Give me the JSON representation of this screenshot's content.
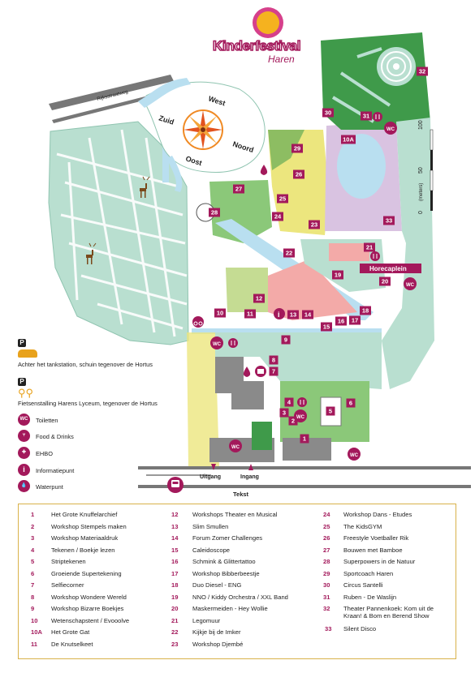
{
  "logo": {
    "line1": "Kinderfestival",
    "line2": "Haren"
  },
  "compass": {
    "west": "West",
    "zuid": "Zuid",
    "noord": "Noord",
    "oost": "Oost"
  },
  "road_label": "Rijksstraatweg",
  "scale": {
    "label": "(meters)",
    "ticks": [
      "100",
      "50",
      "0"
    ]
  },
  "horecaplein_label": "Horecaplein",
  "entrance": {
    "exit": "Uitgang",
    "entry": "Ingang"
  },
  "tekst_label": "Tekst",
  "parking": {
    "car_text": "Achter het tankstation, schuin tegenover de Hortus",
    "bike_text": "Fietsenstalling Harens Lyceum, tegenover de Hortus"
  },
  "symbols": [
    {
      "icon": "WC",
      "label": "Toiletten"
    },
    {
      "icon": "food",
      "label": "Food & Drinks"
    },
    {
      "icon": "ehbo",
      "label": "EHBO"
    },
    {
      "icon": "i",
      "label": "Informatiepunt"
    },
    {
      "icon": "water",
      "label": "Waterpunt"
    }
  ],
  "markers": [
    "1",
    "2",
    "3",
    "4",
    "5",
    "6",
    "7",
    "8",
    "9",
    "10",
    "10A",
    "11",
    "12",
    "13",
    "14",
    "15",
    "16",
    "17",
    "18",
    "19",
    "20",
    "21",
    "22",
    "23",
    "24",
    "25",
    "26",
    "27",
    "28",
    "29",
    "30",
    "31",
    "32",
    "33"
  ],
  "legend": [
    {
      "num": "1",
      "label": "Het Grote Knuffelarchief"
    },
    {
      "num": "2",
      "label": "Workshop Stempels maken"
    },
    {
      "num": "3",
      "label": "Workshop Materiaaldruk"
    },
    {
      "num": "4",
      "label": "Tekenen / Boekje lezen"
    },
    {
      "num": "5",
      "label": "Striptekenen"
    },
    {
      "num": "6",
      "label": "Groeiende Supertekening"
    },
    {
      "num": "7",
      "label": "Selfiecorner"
    },
    {
      "num": "8",
      "label": "Workshop Wondere Wereld"
    },
    {
      "num": "9",
      "label": "Workshop Bizarre Boekjes"
    },
    {
      "num": "10",
      "label": "Wetenschapstent / Evooolve"
    },
    {
      "num": "10A",
      "label": "Het Grote Gat"
    },
    {
      "num": "11",
      "label": "De Knutselkeet"
    },
    {
      "num": "12",
      "label": "Workshops Theater en Musical"
    },
    {
      "num": "13",
      "label": "Slim Smullen"
    },
    {
      "num": "14",
      "label": "Forum Zomer Challenges"
    },
    {
      "num": "15",
      "label": "Caleidoscope"
    },
    {
      "num": "16",
      "label": "Schmink & Glittertattoo"
    },
    {
      "num": "17",
      "label": "Workshop Bibberbeestje"
    },
    {
      "num": "18",
      "label": "Duo Diesel - ENG"
    },
    {
      "num": "19",
      "label": "NNO / Kiddy Orchestra / XXL Band"
    },
    {
      "num": "20",
      "label": "Maskermeiden - Hey Wollie"
    },
    {
      "num": "21",
      "label": "Legomuur"
    },
    {
      "num": "22",
      "label": "Kijkje bij de Imker"
    },
    {
      "num": "23",
      "label": "Workshop Djembé"
    },
    {
      "num": "24",
      "label": "Workshop Dans - Etudes"
    },
    {
      "num": "25",
      "label": "The KidsGYM"
    },
    {
      "num": "26",
      "label": "Freestyle Voetballer Rik"
    },
    {
      "num": "27",
      "label": "Bouwen met Bamboe"
    },
    {
      "num": "28",
      "label": "Superpowers in de Natuur"
    },
    {
      "num": "29",
      "label": "Sportcoach Haren"
    },
    {
      "num": "30",
      "label": "Circus Santelli"
    },
    {
      "num": "31",
      "label": "Ruben - De Waslijn"
    },
    {
      "num": "32",
      "label": "Theater Pannenkoek: Kom uit de Kraan! & Bom en Berend Show"
    },
    {
      "num": "33",
      "label": "Silent Disco"
    }
  ],
  "colors": {
    "marker": "#a3195b",
    "park": "#b9dfd0",
    "water": "#b9dff0",
    "yellow_zone": "#ece67e",
    "purple_zone": "#d9c3e1",
    "pink_zone": "#f3aaa8",
    "green_zone": "#8bc879",
    "dark_green": "#3f9a4a",
    "building": "#8a8a8a",
    "road": "#6e6e6e"
  }
}
